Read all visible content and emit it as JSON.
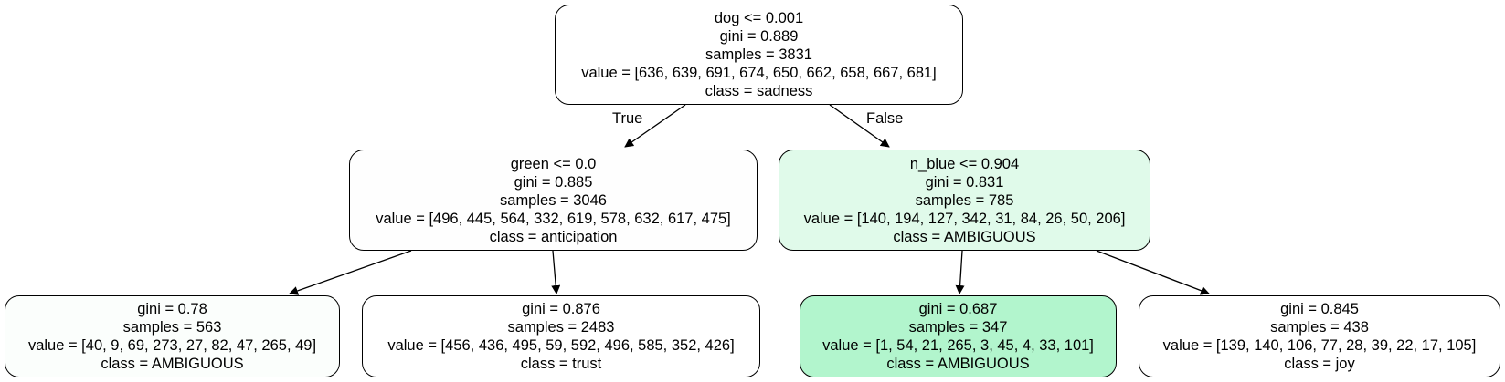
{
  "nodes": [
    {
      "lines": [
        "dog <= 0.001",
        "gini = 0.889",
        "samples = 3831",
        "value = [636, 639, 691, 674, 650, 662, 658, 667, 681]",
        "class = sadness"
      ],
      "fill": "#ffffff"
    },
    {
      "lines": [
        "green <= 0.0",
        "gini = 0.885",
        "samples = 3046",
        "value = [496, 445, 564, 332, 619, 578, 632, 617, 475]",
        "class = anticipation"
      ],
      "fill": "#fefefe"
    },
    {
      "lines": [
        "n_blue <= 0.904",
        "gini = 0.831",
        "samples = 785",
        "value = [140, 194, 127, 342, 31, 84, 26, 50, 206]",
        "class = AMBIGUOUS"
      ],
      "fill": "#e0faea"
    },
    {
      "lines": [
        "gini = 0.78",
        "samples = 563",
        "value = [40, 9, 69, 273, 27, 82, 47, 265, 49]",
        "class = AMBIGUOUS"
      ],
      "fill": "#fbfefc"
    },
    {
      "lines": [
        "gini = 0.876",
        "samples = 2483",
        "value = [456, 436, 495, 59, 592, 496, 585, 352, 426]",
        "class = trust"
      ],
      "fill": "#ffffff"
    },
    {
      "lines": [
        "gini = 0.687",
        "samples = 347",
        "value = [1, 54, 21, 265, 3, 45, 4, 33, 101]",
        "class = AMBIGUOUS"
      ],
      "fill": "#b2f5cd"
    },
    {
      "lines": [
        "gini = 0.845",
        "samples = 438",
        "value = [139, 140, 106, 77, 28, 39, 22, 17, 105]",
        "class = joy"
      ],
      "fill": "#ffffff"
    }
  ],
  "edge_labels": {
    "true_label": "True",
    "false_label": "False"
  }
}
